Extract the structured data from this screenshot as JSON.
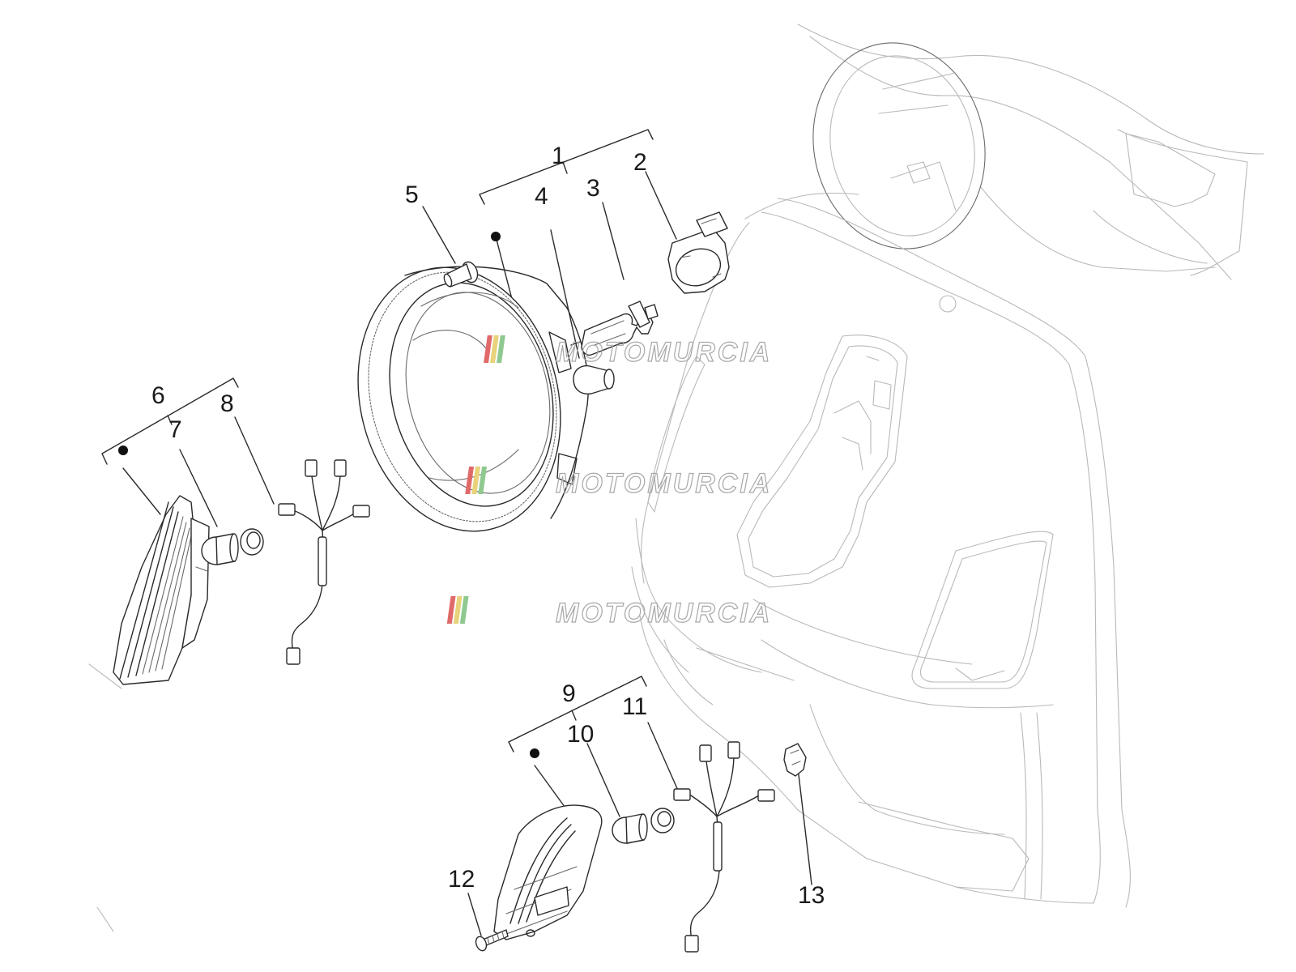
{
  "watermark": {
    "text": "MOTOMURCIA",
    "stripe_colors": [
      "#e06a6a",
      "#e8d27a",
      "#8fc98f"
    ]
  },
  "callouts": [
    {
      "id": "1",
      "label": "1"
    },
    {
      "id": "2",
      "label": "2"
    },
    {
      "id": "3",
      "label": "3"
    },
    {
      "id": "4",
      "label": "4"
    },
    {
      "id": "5",
      "label": "5"
    },
    {
      "id": "6",
      "label": "6"
    },
    {
      "id": "7",
      "label": "7"
    },
    {
      "id": "8",
      "label": "8"
    },
    {
      "id": "9",
      "label": "9"
    },
    {
      "id": "10",
      "label": "10"
    },
    {
      "id": "11",
      "label": "11"
    },
    {
      "id": "12",
      "label": "12"
    },
    {
      "id": "13",
      "label": "13"
    }
  ],
  "parts": [
    {
      "id": "headlight-assembly",
      "icon": "headlight-icon"
    },
    {
      "id": "bulb-holder",
      "icon": "bulb-holder-icon"
    },
    {
      "id": "headlight-bulb",
      "icon": "halogen-bulb-icon"
    },
    {
      "id": "parking-bulb",
      "icon": "small-bulb-icon"
    },
    {
      "id": "screw",
      "icon": "screw-icon"
    },
    {
      "id": "front-left-turn-signal",
      "icon": "turn-signal-icon"
    },
    {
      "id": "turn-signal-bulb",
      "icon": "bulb-icon"
    },
    {
      "id": "wiring-harness",
      "icon": "wiring-harness-icon"
    },
    {
      "id": "front-right-turn-signal",
      "icon": "turn-signal-icon"
    },
    {
      "id": "clip",
      "icon": "clip-icon"
    }
  ]
}
